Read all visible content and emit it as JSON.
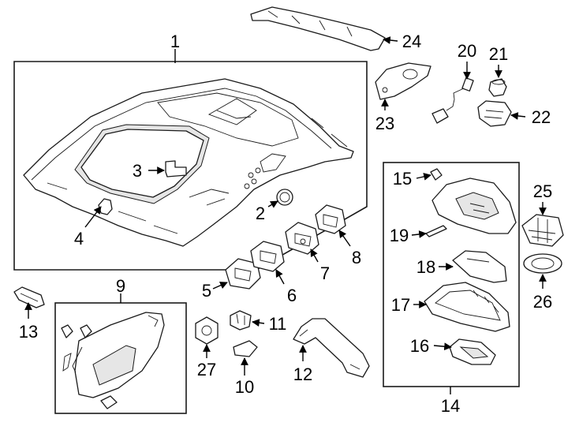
{
  "callouts": {
    "c1": "1",
    "c2": "2",
    "c3": "3",
    "c4": "4",
    "c5": "5",
    "c6": "6",
    "c7": "7",
    "c8": "8",
    "c9": "9",
    "c10": "10",
    "c11": "11",
    "c12": "12",
    "c13": "13",
    "c14": "14",
    "c15": "15",
    "c16": "16",
    "c17": "17",
    "c18": "18",
    "c19": "19",
    "c20": "20",
    "c21": "21",
    "c22": "22",
    "c23": "23",
    "c24": "24",
    "c25": "25",
    "c26": "26",
    "c27": "27"
  }
}
